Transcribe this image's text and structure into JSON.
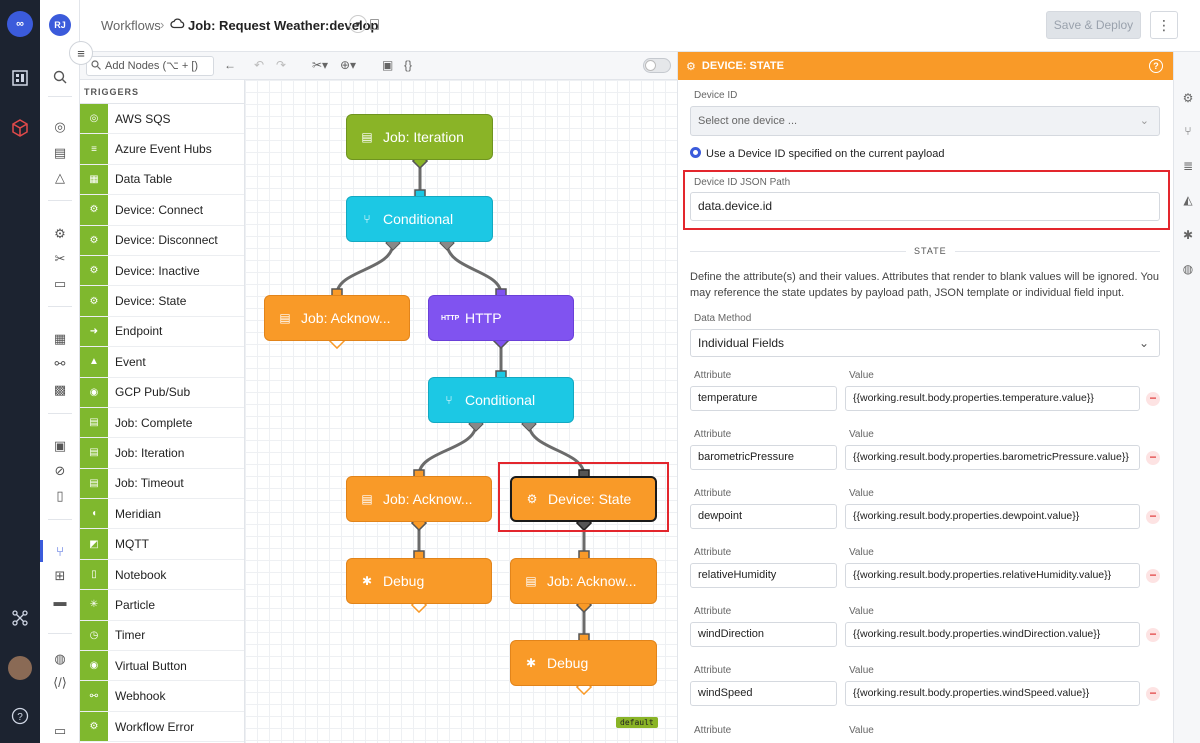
{
  "user": {
    "initials": "RJ"
  },
  "header": {
    "crumb_root": "Workflows",
    "crumb_sep": "›",
    "title": "Job: Request Weather:develop",
    "save_label": "Save & Deploy",
    "more": "⋮"
  },
  "toolbar": {
    "search_placeholder": "Add Nodes (⌥ + [)"
  },
  "palette": {
    "title": "TRIGGERS",
    "items": [
      {
        "label": "AWS SQS",
        "icon": "aws-sqs-icon"
      },
      {
        "label": "Azure Event Hubs",
        "icon": "azure-icon"
      },
      {
        "label": "Data Table",
        "icon": "table-icon"
      },
      {
        "label": "Device: Connect",
        "icon": "device-icon"
      },
      {
        "label": "Device: Disconnect",
        "icon": "device-icon"
      },
      {
        "label": "Device: Inactive",
        "icon": "device-icon"
      },
      {
        "label": "Device: State",
        "icon": "device-icon"
      },
      {
        "label": "Endpoint",
        "icon": "endpoint-icon"
      },
      {
        "label": "Event",
        "icon": "warning-icon"
      },
      {
        "label": "GCP Pub/Sub",
        "icon": "gcp-icon"
      },
      {
        "label": "Job: Complete",
        "icon": "job-icon"
      },
      {
        "label": "Job: Iteration",
        "icon": "job-icon"
      },
      {
        "label": "Job: Timeout",
        "icon": "job-icon"
      },
      {
        "label": "Meridian",
        "icon": "meridian-icon"
      },
      {
        "label": "MQTT",
        "icon": "mqtt-icon"
      },
      {
        "label": "Notebook",
        "icon": "notebook-icon"
      },
      {
        "label": "Particle",
        "icon": "particle-icon"
      },
      {
        "label": "Timer",
        "icon": "timer-icon"
      },
      {
        "label": "Virtual Button",
        "icon": "button-icon"
      },
      {
        "label": "Webhook",
        "icon": "webhook-icon"
      },
      {
        "label": "Workflow Error",
        "icon": "error-icon"
      }
    ]
  },
  "canvas": {
    "nodes": {
      "job_iteration": "Job: Iteration",
      "conditional_1": "Conditional",
      "job_ack_1": "Job: Acknow...",
      "http": "HTTP",
      "http_badge": "HTTP",
      "conditional_2": "Conditional",
      "job_ack_2": "Job: Acknow...",
      "device_state": "Device: State",
      "debug_1": "Debug",
      "job_ack_3": "Job: Acknow...",
      "debug_2": "Debug"
    },
    "default_tag": "default"
  },
  "panel": {
    "title": "DEVICE: STATE",
    "device_id_label": "Device ID",
    "device_id_placeholder": "Select one device ...",
    "radio_label": "Use a Device ID specified on the current payload",
    "json_path_label": "Device ID JSON Path",
    "json_path_value": "data.device.id",
    "state_divider": "STATE",
    "state_desc": "Define the attribute(s) and their values. Attributes that render to blank values will be ignored. You may reference the state updates by payload path, JSON template or individual field input.",
    "data_method_label": "Data Method",
    "data_method_value": "Individual Fields",
    "attr_label": "Attribute",
    "value_label": "Value",
    "rows": [
      {
        "attr": "temperature",
        "value": "{{working.result.body.properties.temperature.value}}"
      },
      {
        "attr": "barometricPressure",
        "value": "{{working.result.body.properties.barometricPressure.value}}"
      },
      {
        "attr": "dewpoint",
        "value": "{{working.result.body.properties.dewpoint.value}}"
      },
      {
        "attr": "relativeHumidity",
        "value": "{{working.result.body.properties.relativeHumidity.value}}"
      },
      {
        "attr": "windDirection",
        "value": "{{working.result.body.properties.windDirection.value}}"
      },
      {
        "attr": "windSpeed",
        "value": "{{working.result.body.properties.windSpeed.value}}"
      }
    ],
    "last_attr_label": "Attribute",
    "last_value_label": "Value"
  },
  "colors": {
    "trigger": "#7fb82e",
    "conditional": "#1cc8e4",
    "task": "#f99a28",
    "http": "#8053f0",
    "highlight": "#e3262d"
  }
}
